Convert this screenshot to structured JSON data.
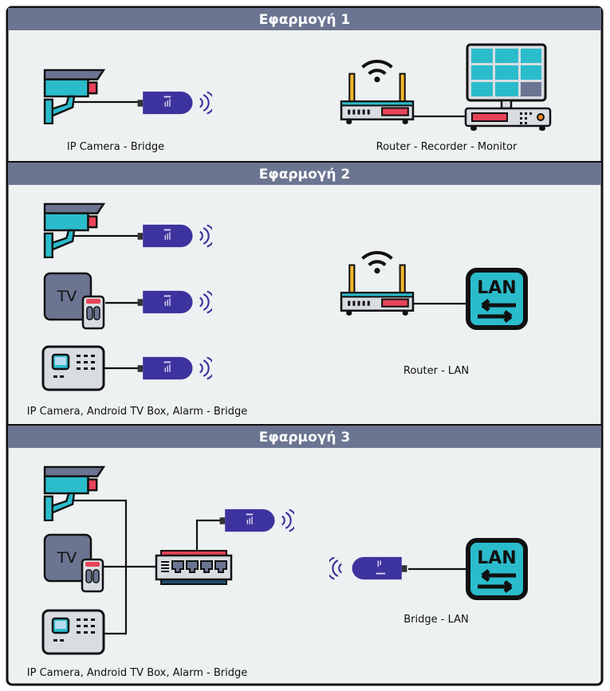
{
  "sections": [
    {
      "title": "Εφαρμογή 1",
      "left_label": "IP Camera - Bridge",
      "right_label": "Router - Recorder - Monitor"
    },
    {
      "title": "Εφαρμογή 2",
      "left_label": "IP Camera, Android TV Box, Alarm - Bridge",
      "right_label": "Router - LAN"
    },
    {
      "title": "Εφαρμογή 3",
      "left_label": "IP Camera, Android TV Box, Alarm - Bridge",
      "right_label": "Bridge - LAN"
    }
  ],
  "icon_text": {
    "tv": "TV",
    "lan": "LAN"
  },
  "colors": {
    "header": "#6b7591",
    "panel": "#eef1f2",
    "teal": "#2bbccc",
    "red": "#e94359",
    "bridge": "#3d339e",
    "antenna": "#f5b82e"
  }
}
